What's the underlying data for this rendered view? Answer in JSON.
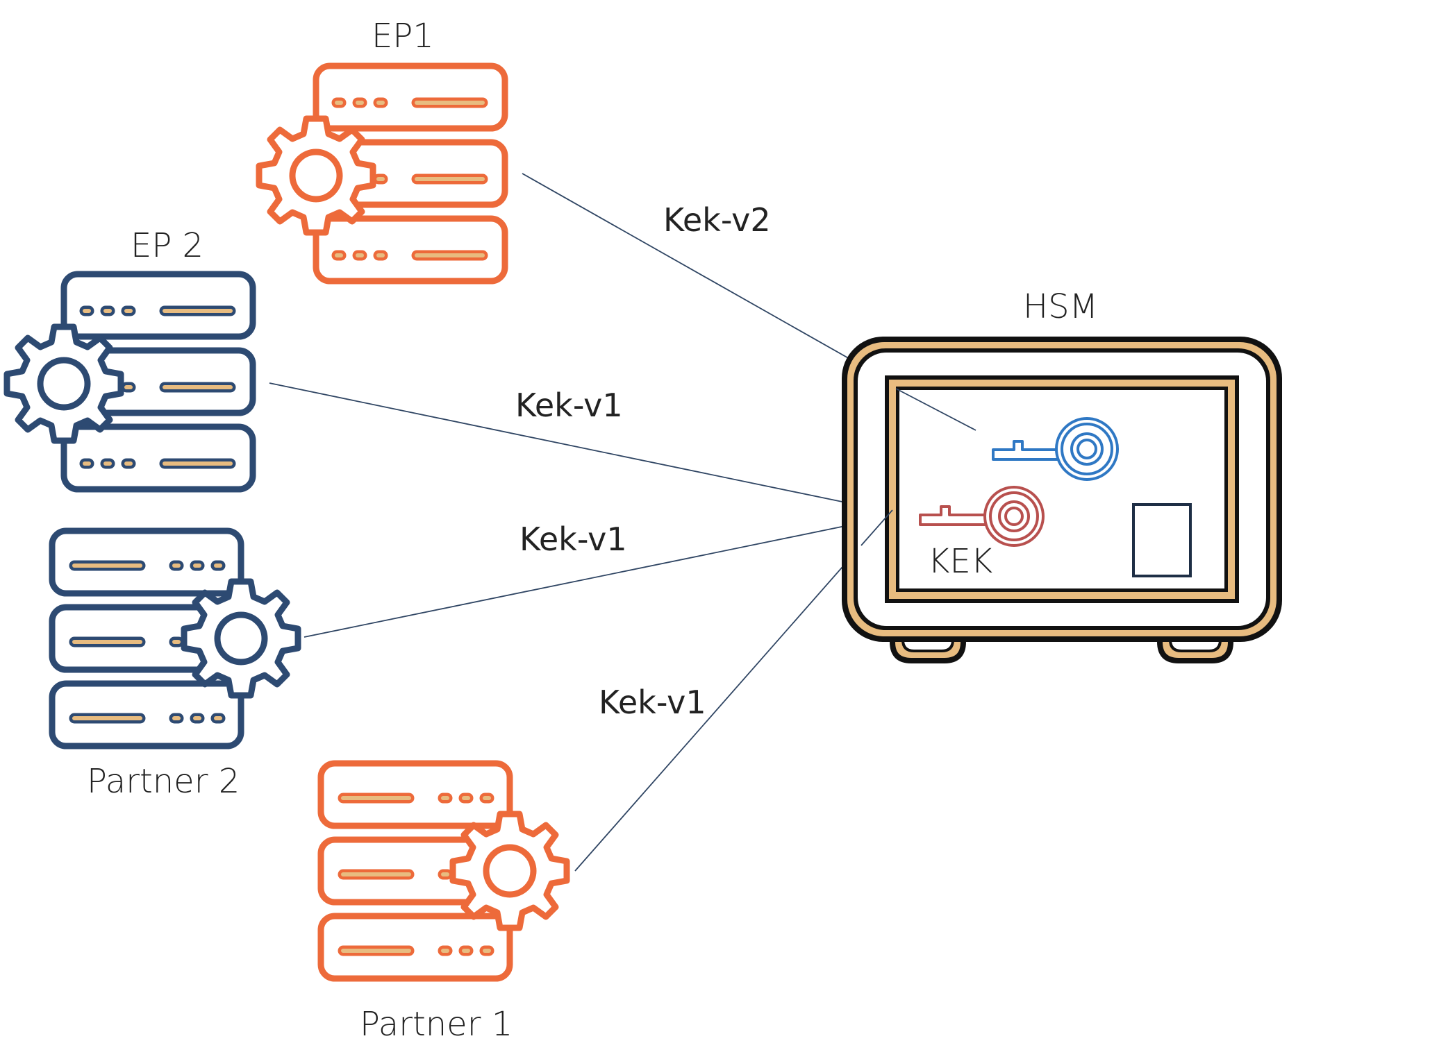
{
  "colors": {
    "orange": "#ED6A3A",
    "navy": "#2D4A72",
    "tan": "#E8BC80",
    "line": "#2F4563",
    "blue_key": "#2F78C4",
    "red_key": "#B8504E",
    "black": "#111111"
  },
  "nodes": {
    "ep1": {
      "label": "EP1",
      "icon": "server-gear-icon",
      "color": "orange"
    },
    "ep2": {
      "label": "EP 2",
      "icon": "server-gear-icon",
      "color": "navy"
    },
    "partner2": {
      "label": "Partner 2",
      "icon": "server-gear-icon",
      "color": "navy"
    },
    "partner1": {
      "label": "Partner 1",
      "icon": "server-gear-icon",
      "color": "orange"
    },
    "hsm": {
      "label": "HSM",
      "icon": "safe-icon",
      "key_label": "KEK"
    }
  },
  "connections": [
    {
      "from": "ep1",
      "to": "hsm",
      "label": "Kek-v2"
    },
    {
      "from": "ep2",
      "to": "hsm",
      "label": "Kek-v1"
    },
    {
      "from": "partner2",
      "to": "hsm",
      "label": "Kek-v1"
    },
    {
      "from": "partner1",
      "to": "hsm",
      "label": "Kek-v1"
    }
  ]
}
